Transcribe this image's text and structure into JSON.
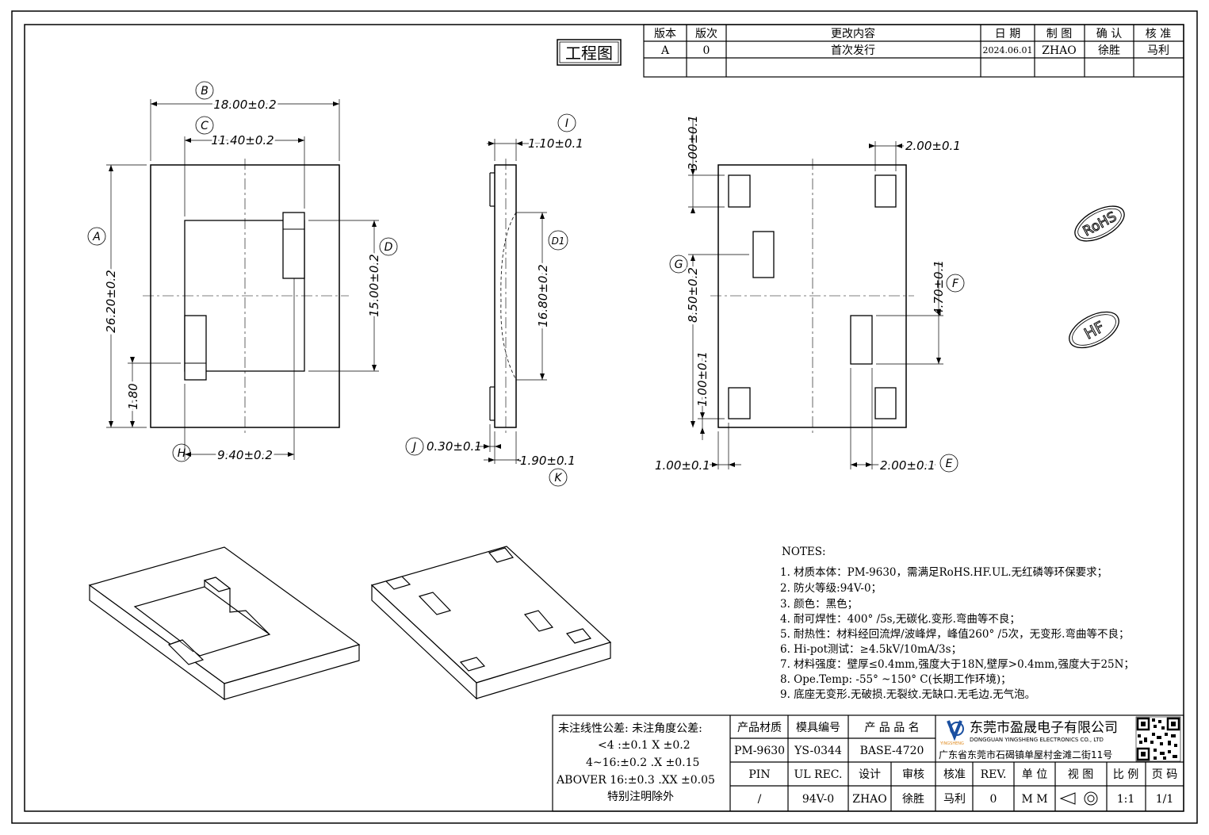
{
  "title_stamp": "工程图",
  "revision_table": {
    "headers": [
      "版本",
      "版次",
      "更改内容",
      "日 期",
      "制 图",
      "确 认",
      "核 准"
    ],
    "row": [
      "A",
      "0",
      "首次发行",
      "2024.06.01",
      "ZHAO",
      "徐胜",
      "马利"
    ]
  },
  "front_view": {
    "labels": {
      "A": "A",
      "B": "B",
      "C": "C",
      "D": "D",
      "H": "H"
    },
    "dims": {
      "width_total": "18.00±0.2",
      "width_inner": "11.40±0.2",
      "height_total": "26.20±0.2",
      "height_inner": "15.00±0.2",
      "offset_h": "1.80",
      "width_h": "9.40±0.2"
    }
  },
  "side_view": {
    "labels": {
      "I": "I",
      "D1": "D1",
      "J": "J",
      "K": "K"
    },
    "dims": {
      "top": "1.10±0.1",
      "height": "16.80±0.2",
      "bottom_j": "0.30±0.1",
      "bottom_k": "1.90±0.1"
    }
  },
  "bottom_view": {
    "labels": {
      "G": "G",
      "F": "F",
      "E": "E"
    },
    "dims": {
      "pad_h": "3.00±0.1",
      "pad_w_top": "2.00±0.1",
      "g": "8.50±0.2",
      "f": "4.70±0.1",
      "pad_h_bottom": "1.00±0.1",
      "pad_w_bottom_left": "1.00±0.1",
      "pad_w_bottom_right": "2.00±0.1"
    }
  },
  "stamps": {
    "rohs": "RoHS",
    "hf": "HF"
  },
  "notes": {
    "heading": "NOTES:",
    "items": [
      "1. 材质本体：PM-9630，需满足RoHS.HF.UL.无红磷等环保要求；",
      "2. 防火等级:94V-0；",
      "3. 颜色：黑色；",
      "4. 耐可焊性：400° /5s,无碳化.变形.弯曲等不良；",
      "5. 耐热性：材料经回流焊/波峰焊，峰值260° /5次，无变形.弯曲等不良；",
      "6. Hi-pot测试：≥4.5kV/10mA/3s；",
      "7. 材料强度：壁厚≤0.4mm,强度大于18N,壁厚>0.4mm,强度大于25N；",
      "8. Ope.Temp: -55° ~150° C(长期工作环境)；",
      "9. 底座无变形.无破损.无裂纹.无缺口.无毛边.无气泡。"
    ]
  },
  "tolerance": {
    "heading": "未注线性公差:  未注角度公差:",
    "line1": "<4 :±0.1  X ±0.2",
    "line2": "4~16:±0.2  .X ±0.15",
    "line3": "ABOVER 16:±0.3  .XX ±0.05",
    "line4": "特别注明除外"
  },
  "title_block": {
    "headers1": [
      "产品材质",
      "模具编号",
      "产 品 品 名"
    ],
    "values1": [
      "PM-9630",
      "YS-0344",
      "BASE-4720"
    ],
    "headers2": [
      "PIN",
      "UL REC.",
      "设计",
      "审核",
      "核准",
      "REV.",
      "单 位",
      "视 图",
      "比 例",
      "页 码"
    ],
    "values2": [
      "/",
      "94V-0",
      "ZHAO",
      "徐胜",
      "马利",
      "0",
      "M M",
      "",
      "1:1",
      "1/1"
    ],
    "company_cn": "东莞市盈晟电子有限公司",
    "company_en": "DONGGUAN YINGSHENG ELECTRONICS CO., LTD",
    "logo_text": "YINGSHENG",
    "address": "广东省东莞市石碣镇单屋村金滩二街11号"
  }
}
